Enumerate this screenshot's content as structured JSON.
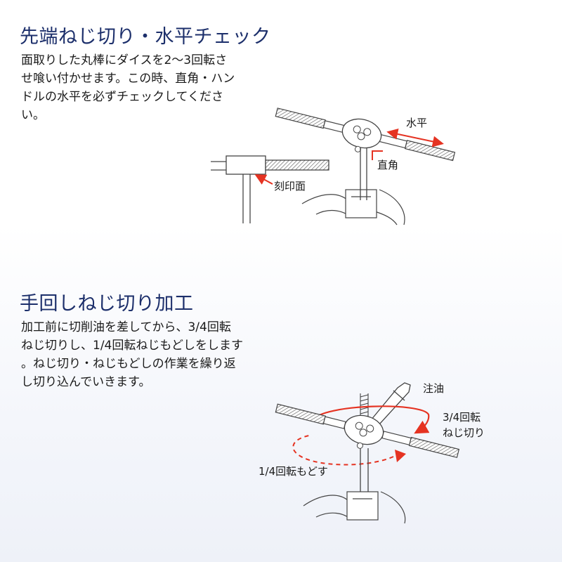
{
  "section1": {
    "title": "先端ねじ切り・水平チェック",
    "lines": [
      "面取りした丸棒にダイスを2～3回転さ",
      "せ喰い付かせます。この時、直角・ハン",
      "ドルの水平を必ずチェックしてくださ",
      "い。"
    ],
    "labels": {
      "horizontal": "水平",
      "right_angle": "直角",
      "stamped_face": "刻印面"
    }
  },
  "section2": {
    "title": "手回しねじ切り加工",
    "lines": [
      "加工前に切削油を差してから、3/4回転",
      "ねじ切りし、1/4回転ねじもどしをします",
      "。ねじ切り・ねじもどしの作業を繰り返",
      "し切り込んでいきます。"
    ],
    "labels": {
      "oil": "注油",
      "three_quarter": "3/4回転",
      "thread_cut": "ねじ切り",
      "quarter_back": "1/4回転もどす"
    }
  },
  "colors": {
    "title": "#1c2f6b",
    "arrow": "#e53322",
    "line": "#444444"
  }
}
